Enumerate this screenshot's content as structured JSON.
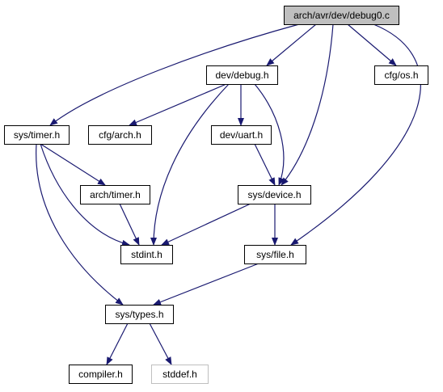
{
  "colors": {
    "edge": "#191970",
    "node_border": "#000000",
    "node_border_external": "#bfbfbf",
    "root_fill": "#bfbfbf",
    "node_fill": "#ffffff"
  },
  "nodes": [
    {
      "id": "root",
      "label": "arch/avr/dev/debug0.c",
      "style": "root"
    },
    {
      "id": "dev_debug",
      "label": "dev/debug.h",
      "style": "normal"
    },
    {
      "id": "cfg_os",
      "label": "cfg/os.h",
      "style": "normal"
    },
    {
      "id": "sys_timer",
      "label": "sys/timer.h",
      "style": "normal"
    },
    {
      "id": "cfg_arch",
      "label": "cfg/arch.h",
      "style": "normal"
    },
    {
      "id": "dev_uart",
      "label": "dev/uart.h",
      "style": "normal"
    },
    {
      "id": "arch_timer",
      "label": "arch/timer.h",
      "style": "normal"
    },
    {
      "id": "sys_device",
      "label": "sys/device.h",
      "style": "normal"
    },
    {
      "id": "stdint",
      "label": "stdint.h",
      "style": "normal"
    },
    {
      "id": "sys_file",
      "label": "sys/file.h",
      "style": "normal"
    },
    {
      "id": "sys_types",
      "label": "sys/types.h",
      "style": "normal"
    },
    {
      "id": "compiler",
      "label": "compiler.h",
      "style": "normal"
    },
    {
      "id": "stddef",
      "label": "stddef.h",
      "style": "external"
    }
  ],
  "edges": [
    {
      "from": "root",
      "to": "dev_debug"
    },
    {
      "from": "root",
      "to": "cfg_os"
    },
    {
      "from": "root",
      "to": "sys_timer"
    },
    {
      "from": "root",
      "to": "sys_device"
    },
    {
      "from": "root",
      "to": "sys_file"
    },
    {
      "from": "dev_debug",
      "to": "cfg_arch"
    },
    {
      "from": "dev_debug",
      "to": "dev_uart"
    },
    {
      "from": "dev_debug",
      "to": "sys_device"
    },
    {
      "from": "dev_debug",
      "to": "stdint"
    },
    {
      "from": "sys_timer",
      "to": "arch_timer"
    },
    {
      "from": "sys_timer",
      "to": "stdint"
    },
    {
      "from": "sys_timer",
      "to": "sys_types"
    },
    {
      "from": "dev_uart",
      "to": "sys_device"
    },
    {
      "from": "arch_timer",
      "to": "stdint"
    },
    {
      "from": "sys_device",
      "to": "stdint"
    },
    {
      "from": "sys_device",
      "to": "sys_file"
    },
    {
      "from": "sys_file",
      "to": "sys_types"
    },
    {
      "from": "sys_types",
      "to": "compiler"
    },
    {
      "from": "sys_types",
      "to": "stddef"
    }
  ]
}
